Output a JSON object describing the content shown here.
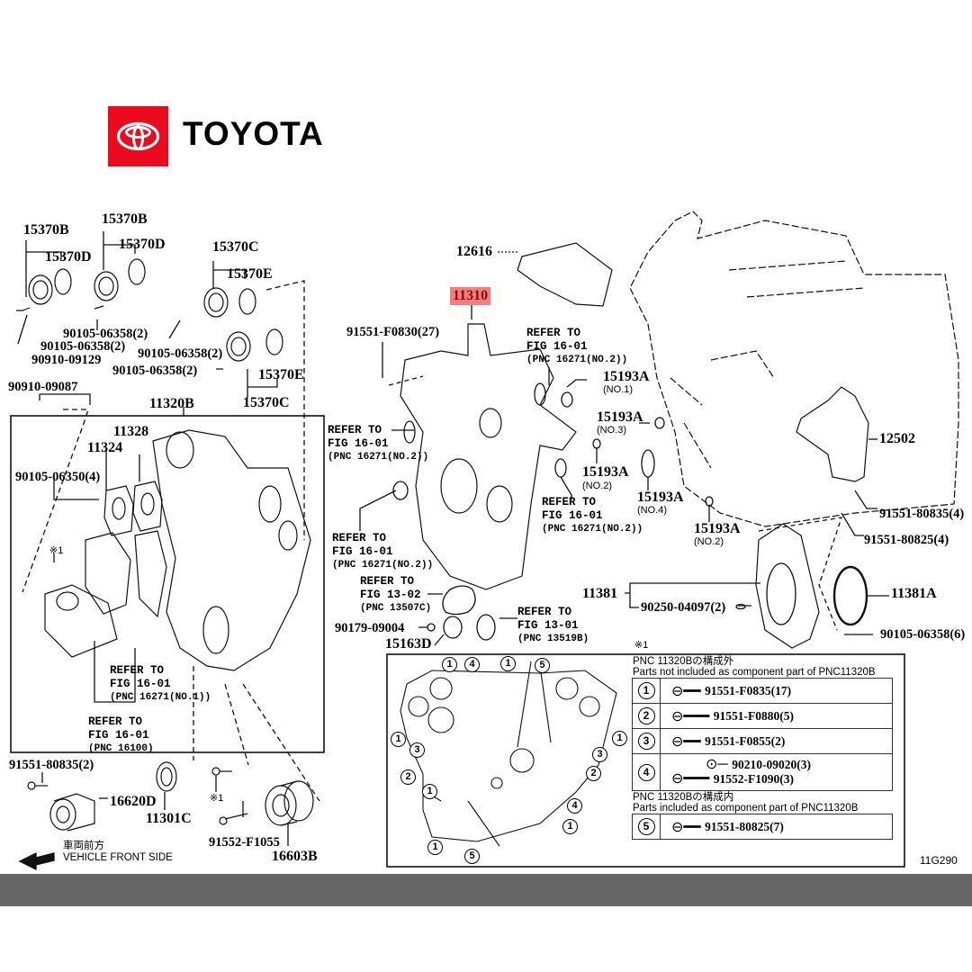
{
  "brand": {
    "name": "TOYOTA",
    "logo_color": "#eb0a1e",
    "logo_icon": "toyota-emblem-icon"
  },
  "diagram": {
    "figure_code": "11G290",
    "highlight_color": "#f08080",
    "highlighted_part": "11310",
    "direction": {
      "jp": "車両前方",
      "en": "VEHICLE FRONT SIDE",
      "icon": "arrow-left-icon"
    },
    "left_group": {
      "labels": {
        "p15370b_1": "15370B",
        "p15370d_1": "15370D",
        "p15370b_2": "15370B",
        "p15370d_2": "15370D",
        "p15370c_1": "15370C",
        "p15370e_1": "15370E",
        "p15370e_2": "15370E",
        "p15370c_2": "15370C",
        "b1": "90105-06358(2)",
        "b2": "90105-06358(2)",
        "b3": "90105-06358(2)",
        "b4": "90105-06358(2)",
        "s1": "90910-09129",
        "s2": "90910-09087",
        "assy": "11320B"
      }
    },
    "box_group": {
      "labels": {
        "p11328": "11328",
        "p11324": "11324",
        "bolt": "90105-06350(4)",
        "note": "※1"
      },
      "refer1": {
        "line1": "REFER TO",
        "line2": "FIG 16-01",
        "line3": "(PNC 16271(NO.1))"
      },
      "refer2": {
        "line1": "REFER TO",
        "line2": "FIG 16-01",
        "line3": "(PNC 16100)"
      }
    },
    "bottom_left": {
      "bolt1": "91551-80835(2)",
      "tensioner": "16620D",
      "seal": "11301C",
      "note": "※1",
      "bolt2": "91552-F1055",
      "idler": "16603B"
    },
    "center_group": {
      "p12616": "12616",
      "p11310": "11310",
      "bolt": "91551-F0830(27)",
      "refer_a": {
        "line1": "REFER TO",
        "line2": "FIG 16-01",
        "line3": "(PNC 16271(NO.2))"
      },
      "refer_b": {
        "line1": "REFER TO",
        "line2": "FIG 16-01",
        "line3": "(PNC 16271(NO.2))"
      },
      "refer_c": {
        "line1": "REFER TO",
        "line2": "FIG 16-01",
        "line3": "(PNC 16271(NO.2))"
      },
      "refer_d": {
        "line1": "REFER TO",
        "line2": "FIG 16-01",
        "line3": "(PNC 16271(NO.2))"
      },
      "refer_e": {
        "line1": "REFER TO",
        "line2": "FIG 13-02",
        "line3": "(PNC 13507C)"
      },
      "refer_f": {
        "line1": "REFER TO",
        "line2": "FIG 13-01",
        "line3": "(PNC 13519B)"
      },
      "plug": "90179-09004",
      "cap": "15163D"
    },
    "oring_group": {
      "no1": {
        "pn": "15193A",
        "sub": "(NO.1)"
      },
      "no3": {
        "pn": "15193A",
        "sub": "(NO.3)"
      },
      "no2a": {
        "pn": "15193A",
        "sub": "(NO.2)"
      },
      "no4": {
        "pn": "15193A",
        "sub": "(NO.4)"
      },
      "no2b": {
        "pn": "15193A",
        "sub": "(NO.2)"
      }
    },
    "right_group": {
      "bracket": "12502",
      "bolt1": "91551-80835(4)",
      "bolt2": "91551-80825(4)",
      "retainer": "11381",
      "pin": "90250-04097(2)",
      "oil_seal": "11381A",
      "bolt3": "90105-06358(6)"
    },
    "legend": {
      "note": "※1",
      "excluded_title_jp": "PNC 11320Bの構成外",
      "excluded_title_en": "Parts not included as component part of PNC11320B",
      "included_title_jp": "PNC 11320Bの構成内",
      "included_title_en": "Parts included as component part of PNC11320B",
      "rows": [
        {
          "num": "1",
          "parts": [
            "91551-F0835(17)"
          ]
        },
        {
          "num": "2",
          "parts": [
            "91551-F0880(5)"
          ]
        },
        {
          "num": "3",
          "parts": [
            "91551-F0855(2)"
          ]
        },
        {
          "num": "4",
          "parts": [
            "90210-09020(3)",
            "91552-F1090(3)"
          ]
        },
        {
          "num": "5",
          "parts": [
            "91551-80825(7)"
          ]
        }
      ],
      "callouts": [
        "1",
        "4",
        "1",
        "5",
        "1",
        "3",
        "2",
        "1",
        "1",
        "5",
        "1",
        "3",
        "2",
        "4",
        "1"
      ]
    }
  }
}
